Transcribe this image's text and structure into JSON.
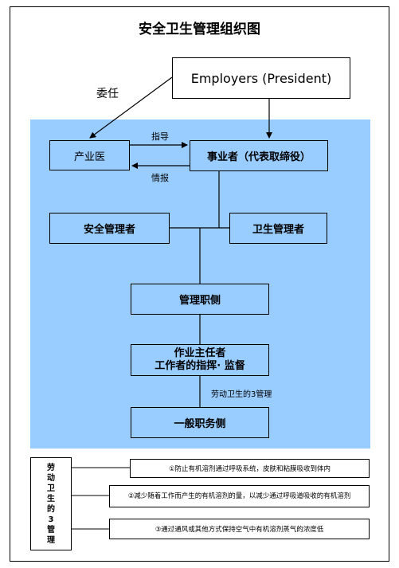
{
  "title": "安全卫生管理组织图",
  "nodes": {
    "employers": "Employers (President)",
    "doctor": "产业医",
    "business_operator": "事业者（代表取缔役）",
    "safety_manager": "安全管理者",
    "hygiene_manager": "卫生管理者",
    "management_side": "管理职侧",
    "work_chief_line1": "作业主任者",
    "work_chief_line2": "工作者的指挥· 监督",
    "general_staff": "一般职务侧"
  },
  "edge_labels": {
    "entrust": "委任",
    "guidance": "指导",
    "information": "情报",
    "three_management": "劳动卫生的3管理"
  },
  "legend": {
    "label_chars": [
      "劳",
      "动",
      "卫",
      "生",
      "的",
      "3",
      "管",
      "理"
    ],
    "items": [
      "①防止有机溶剂通过呼吸系统，皮肤和粘膜吸收到体内",
      "②减少随着工作而产生的有机溶剂的量，以减少通过呼吸道吸收的有机溶剂",
      "③通过通风或其他方式保持空气中有机溶剂蒸气的浓度低"
    ]
  },
  "colors": {
    "panel": "#99ccff",
    "border": "#000000",
    "background": "#ffffff"
  }
}
